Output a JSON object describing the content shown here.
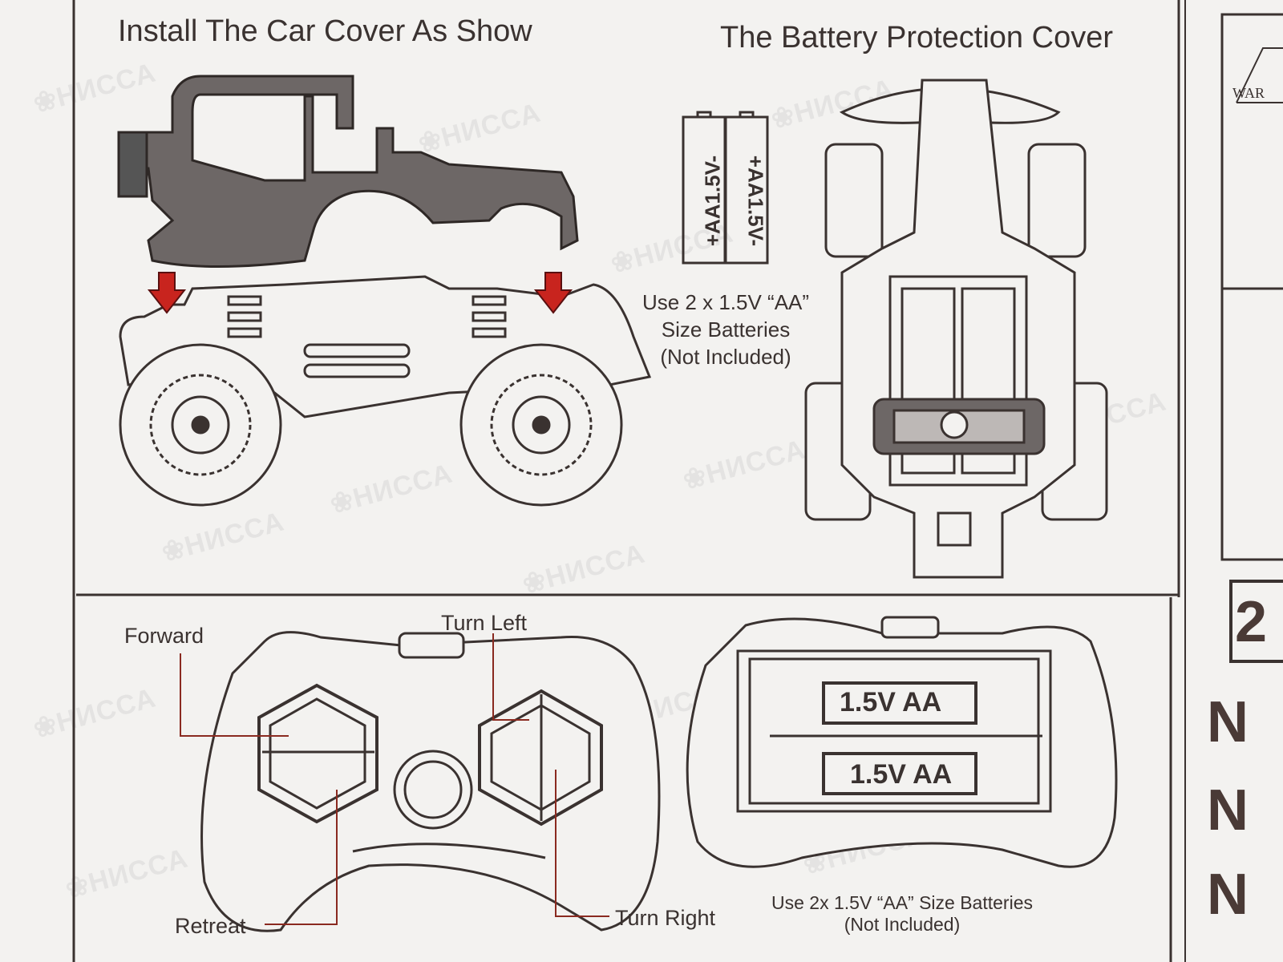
{
  "top_panel": {
    "left_title": "Install The Car Cover As Show",
    "right_title": "The Battery Protection Cover",
    "battery_labels": [
      "+AA1.5V-",
      "+AA1.5V-"
    ],
    "battery_note": [
      "Use 2 x 1.5V “AA”",
      "Size Batteries",
      "(Not Included)"
    ],
    "arrow_color": "#c8241e"
  },
  "bottom_panel": {
    "labels": {
      "forward": "Forward",
      "turn_left": "Turn Left",
      "retreat": "Retreat",
      "turn_right": "Turn Right"
    },
    "controller_batteries": [
      "1.5V AA",
      "1.5V AA"
    ],
    "battery_note": [
      "Use 2x 1.5V “AA” Size Batteries",
      "(Not Included)"
    ]
  },
  "right_column": {
    "warning_fragment": "WAR",
    "number_fragment": "2",
    "no_fragments": [
      "N",
      "N",
      "N"
    ]
  },
  "watermark": "НИССА"
}
